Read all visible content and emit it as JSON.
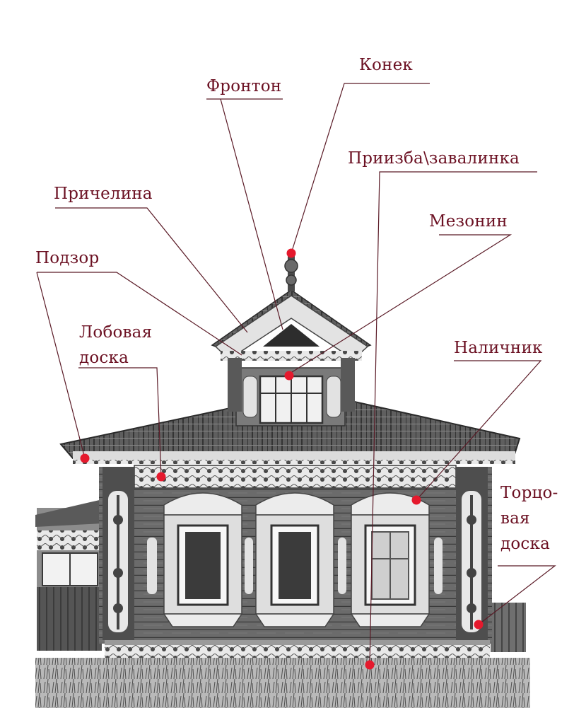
{
  "colors": {
    "label": "#6b1022",
    "leader": "#5a1a26",
    "marker": "#e5192d"
  },
  "labels": {
    "konek": "Конек",
    "fronton": "Фронтон",
    "priizba": "Приизба\\завалинка",
    "prichelina": "Причелина",
    "mezonin": "Мезонин",
    "podzor": "Подзор",
    "lobovaya_line1": "Лобовая",
    "lobovaya_line2": "доска",
    "nalichnik": "Наличник",
    "tortsovaya_line1": "Торцо-",
    "tortsovaya_line2": "вая",
    "tortsovaya_line3": "доска"
  }
}
